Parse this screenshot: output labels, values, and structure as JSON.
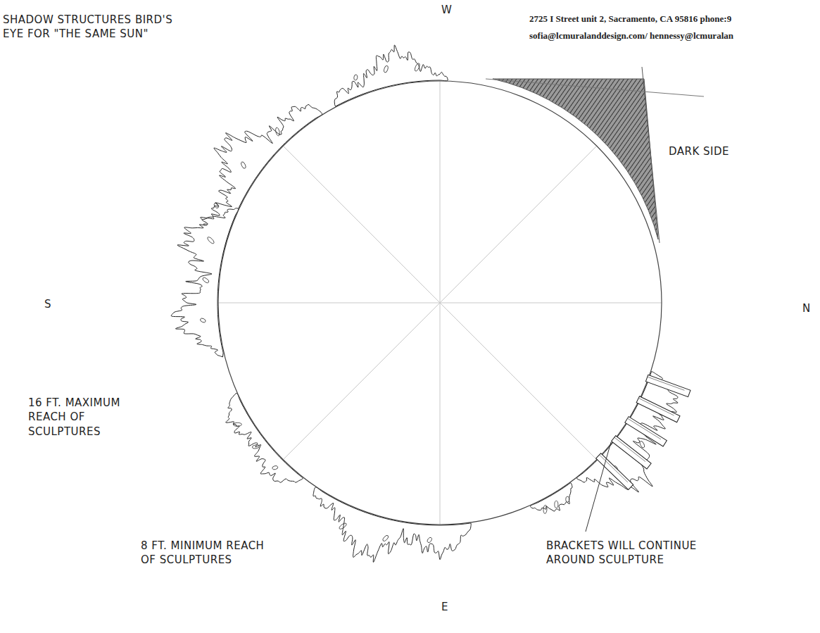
{
  "diagram": {
    "title": "SHADOW STRUCTURES BIRD'S EYE FOR \"THE SAME SUN\"",
    "labels": [
      "2725 I Street unit 2, Sacramento, CA 95816 phone:9",
      "sofia@lcmuralanddesign.com/ hennessy@lcmuralan",
      "W",
      "DARK SIDE",
      "S",
      "N",
      "16 FT. MAXIMUM REACH OF SCULPTURES",
      "8 FT. MINIMUM REACH OF SCULPTURES",
      "BRACKETS WILL CONTINUE AROUND SCULPTURE",
      "E"
    ]
  }
}
